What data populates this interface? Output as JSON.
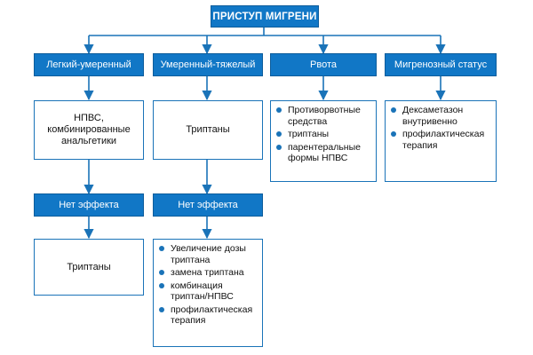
{
  "title": "ПРИСТУП МИГРЕНИ",
  "categories": [
    {
      "label": "Легкий-умеренный"
    },
    {
      "label": "Умеренный-тяжелый"
    },
    {
      "label": "Рвота"
    },
    {
      "label": "Мигренозный статус"
    }
  ],
  "treatments": {
    "mild": "НПВС,\nкомбинированные\nанальгетики",
    "moderate": "Триптаны",
    "vomiting": [
      "Противорвотные средства",
      "триптаны",
      "парентеральные формы НПВС"
    ],
    "status": [
      "Дексаметазон внутривенно",
      "профилактическая терапия"
    ]
  },
  "no_effect": [
    "Нет эффекта",
    "Нет эффекта"
  ],
  "second_line": {
    "mild": "Триптаны",
    "moderate": [
      "Увеличение дозы триптана",
      "замена триптана",
      "комбинация триптан/НПВС",
      "профилактическая терапия"
    ]
  },
  "colors": {
    "header_fill": "#1177c6",
    "border": "#1a73b8",
    "arrow": "#1a73b8"
  }
}
